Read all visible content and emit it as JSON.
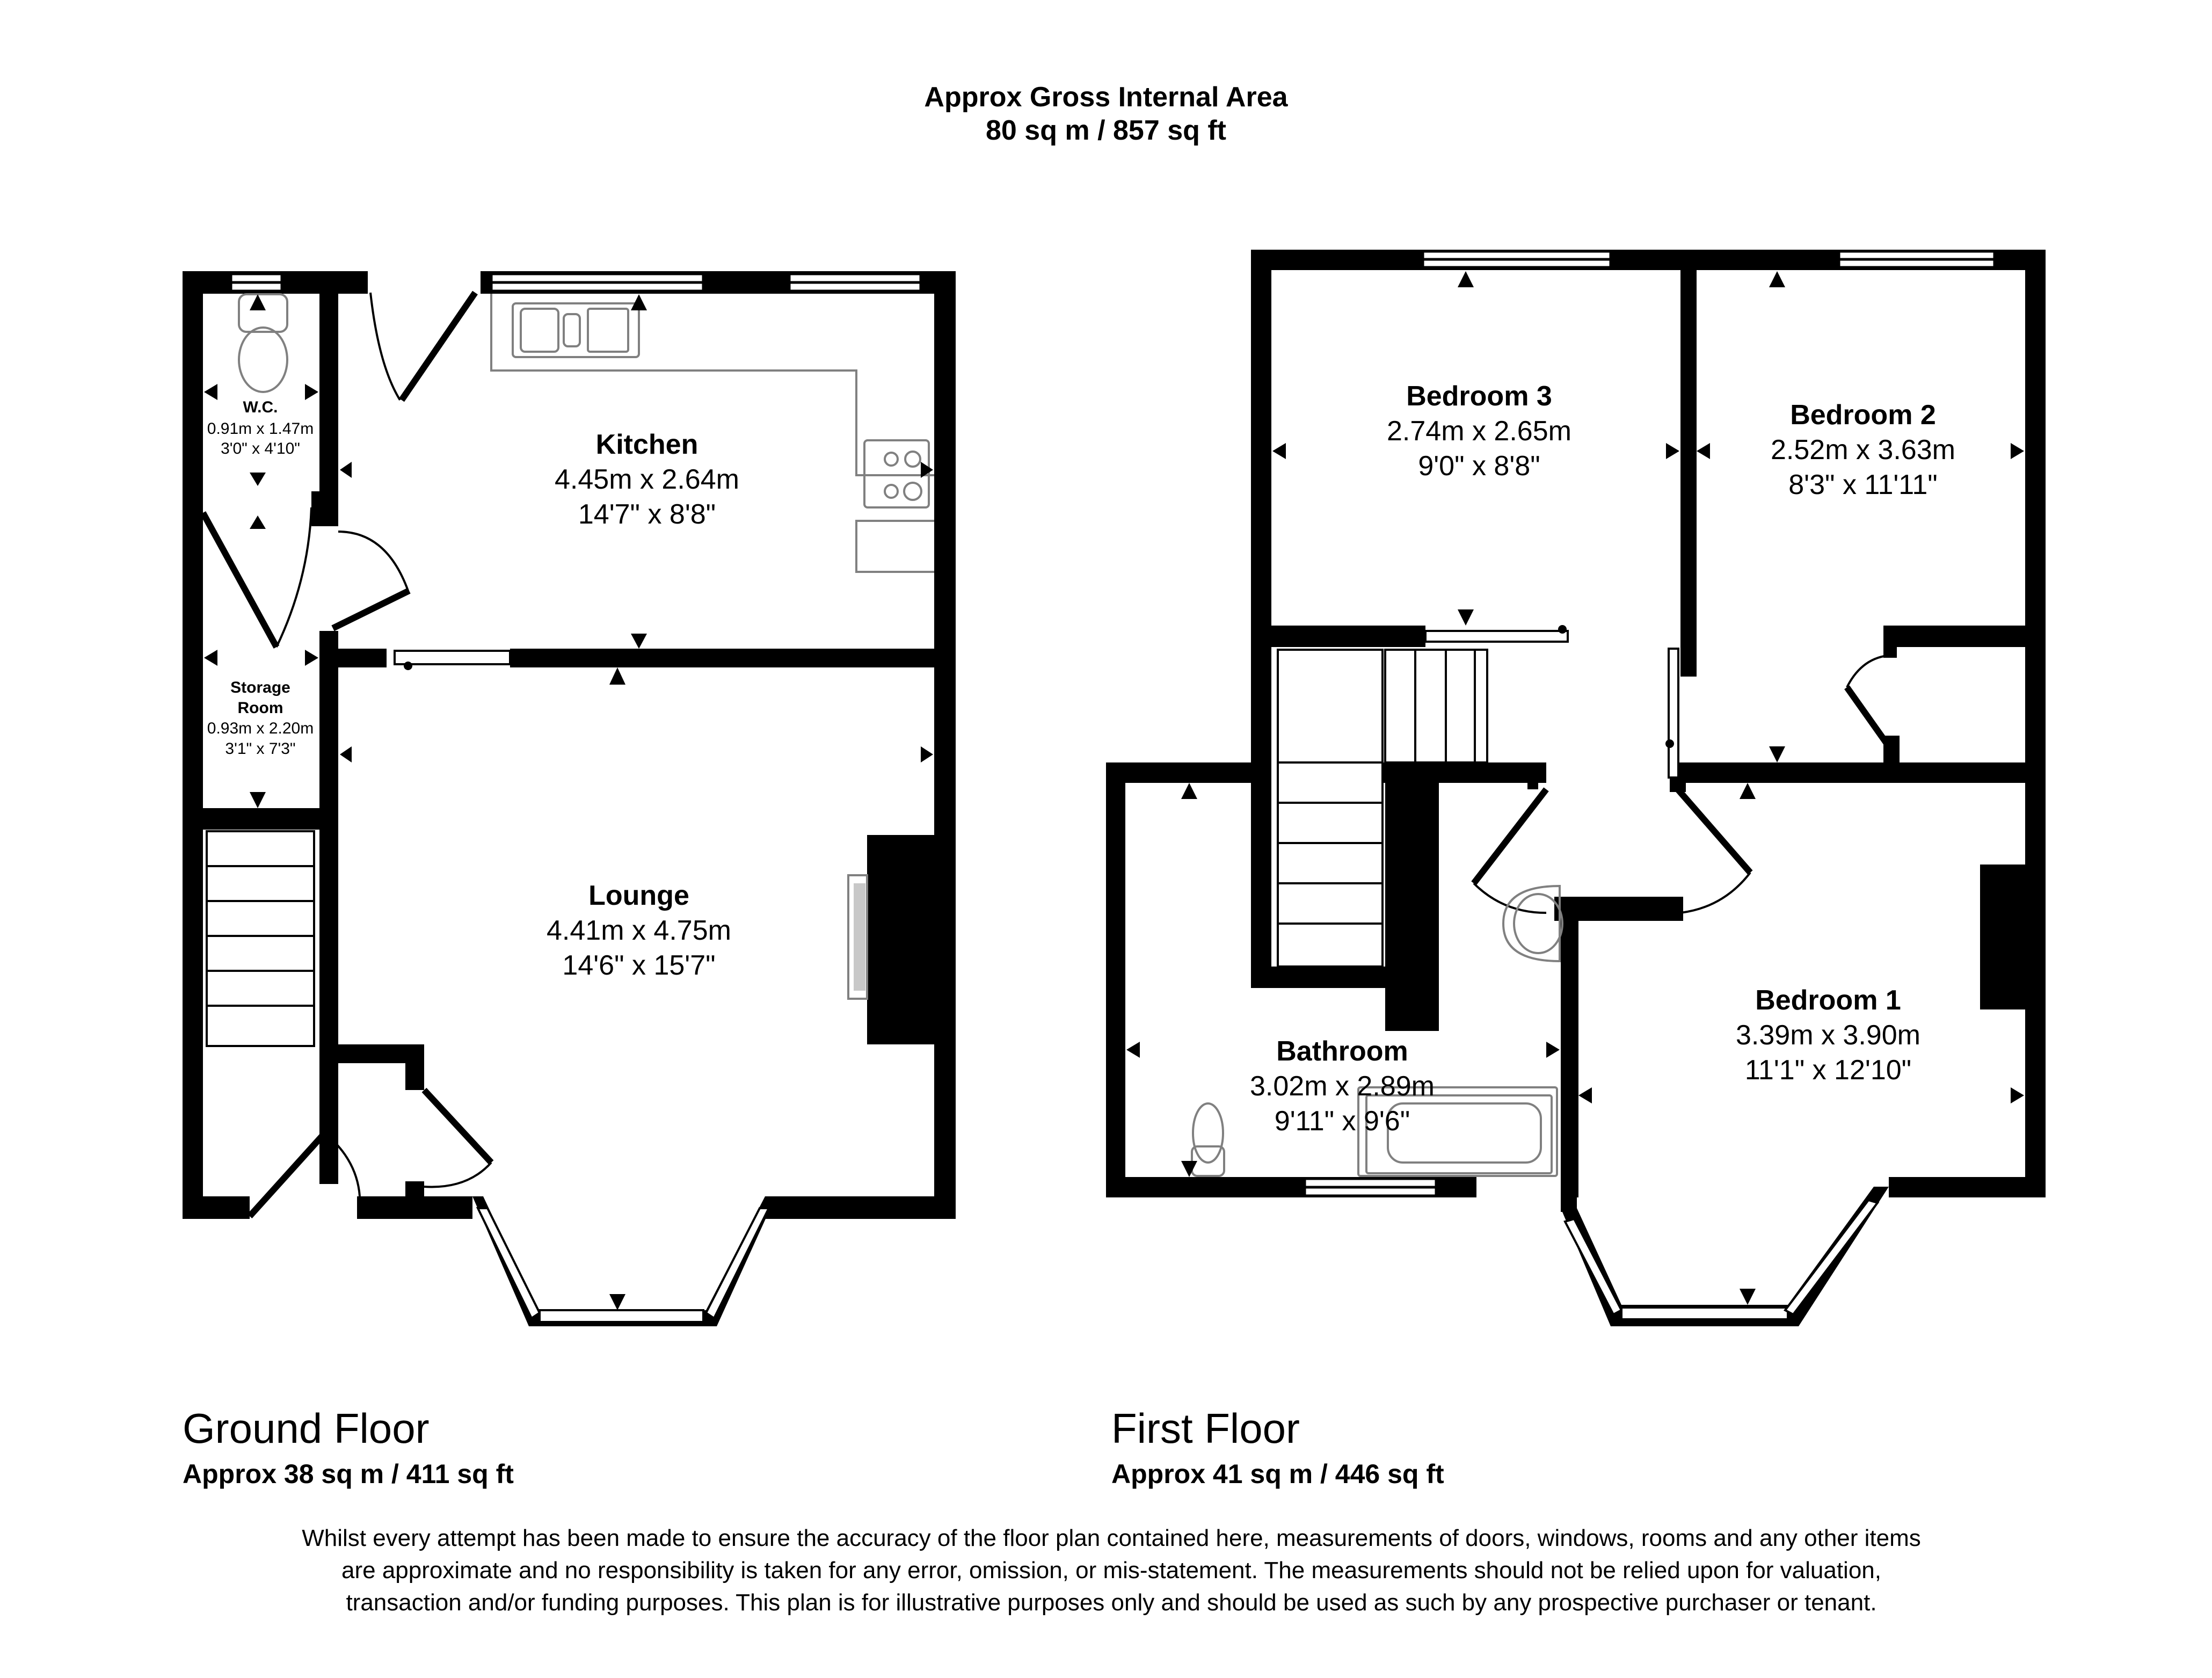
{
  "header": {
    "line1": "Approx Gross Internal Area",
    "line2": "80 sq m / 857 sq ft"
  },
  "ground_floor": {
    "title": "Ground Floor",
    "area": "Approx 38 sq m / 411 sq ft",
    "rooms": [
      {
        "name": "W.C.",
        "metric": "0.91m x 1.47m",
        "imperial": "3'0\" x 4'10\""
      },
      {
        "name": "Kitchen",
        "metric": "4.45m x 2.64m",
        "imperial": "14'7\" x 8'8\""
      },
      {
        "name": "Storage",
        "name2": "Room",
        "metric": "0.93m x 2.20m",
        "imperial": "3'1\" x 7'3\""
      },
      {
        "name": "Lounge",
        "metric": "4.41m x 4.75m",
        "imperial": "14'6\" x 15'7\""
      }
    ]
  },
  "first_floor": {
    "title": "First Floor",
    "area": "Approx 41 sq m / 446 sq ft",
    "rooms": [
      {
        "name": "Bedroom 3",
        "metric": "2.74m x 2.65m",
        "imperial": "9'0\" x 8'8\""
      },
      {
        "name": "Bedroom 2",
        "metric": "2.52m x 3.63m",
        "imperial": "8'3\" x 11'11\""
      },
      {
        "name": "Bedroom 1",
        "metric": "3.39m x 3.90m",
        "imperial": "11'1\" x 12'10\""
      },
      {
        "name": "Bathroom",
        "metric": "3.02m x 2.89m",
        "imperial": "9'11\" x 9'6\""
      }
    ]
  },
  "disclaimer": "Whilst every attempt has been made to ensure the accuracy of the floor plan contained here, measurements of doors, windows, rooms and any other items are approximate and no responsibility is taken for any error, omission, or mis-statement. The measurements should not be relied upon for valuation, transaction and/or funding purposes. This plan is for illustrative purposes only and should be used as such by any prospective purchaser or tenant.",
  "colors": {
    "wall": "#000000",
    "fixture": "#808080",
    "background": "#ffffff"
  }
}
